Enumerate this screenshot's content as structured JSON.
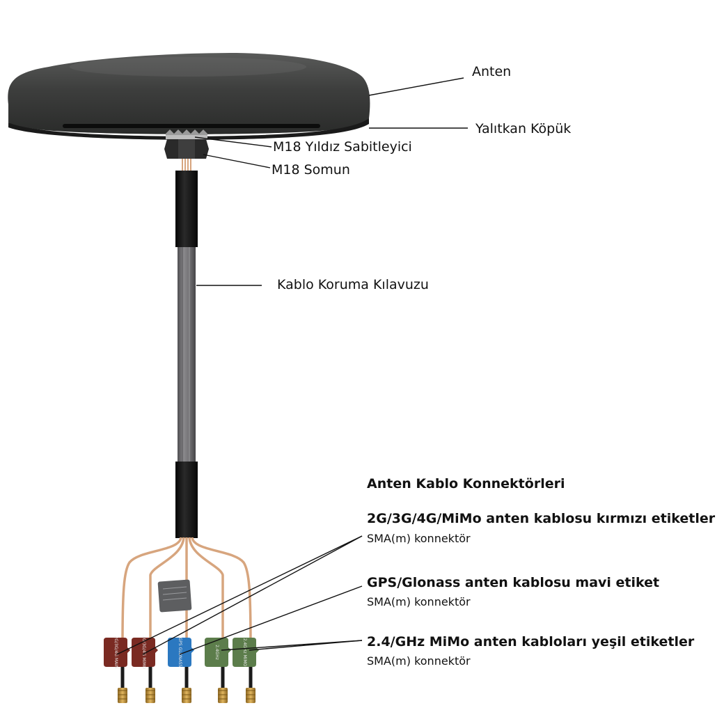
{
  "labels": {
    "antenna": "Anten",
    "foam": "Yalıtkan Köpük",
    "star_washer": "M18 Yıldız Sabitleyici",
    "nut": "M18 Somun",
    "cable_guide": "Kablo Koruma Kılavuzu"
  },
  "connectors": {
    "title": "Anten Kablo Konnektörleri",
    "groups": [
      {
        "title": "2G/3G/4G/MiMo anten kablosu kırmızı etiketler",
        "subtitle": "SMA(m) konnektör",
        "color": "#7a2a22"
      },
      {
        "title": "GPS/Glonass anten kablosu mavi etiket",
        "subtitle": "SMA(m) konnektör",
        "color": "#2b78c0"
      },
      {
        "title": "2.4/GHz MiMo anten kabloları yeşil etiketler",
        "subtitle": "SMA(m) konnektör",
        "color": "#5c7d4b"
      }
    ]
  },
  "tag_texts": [
    "2G/3G/4G MAIN",
    "2G/3G/4G MiMO",
    "GPS GLONASS",
    "2.4GHz",
    "2.4GHz MiMO"
  ],
  "colors": {
    "antenna_body": "#3b3c3b",
    "cable_jacket": "#6f6e70",
    "coax": "#d7a57e",
    "sma_gold": "#c99a4a"
  }
}
